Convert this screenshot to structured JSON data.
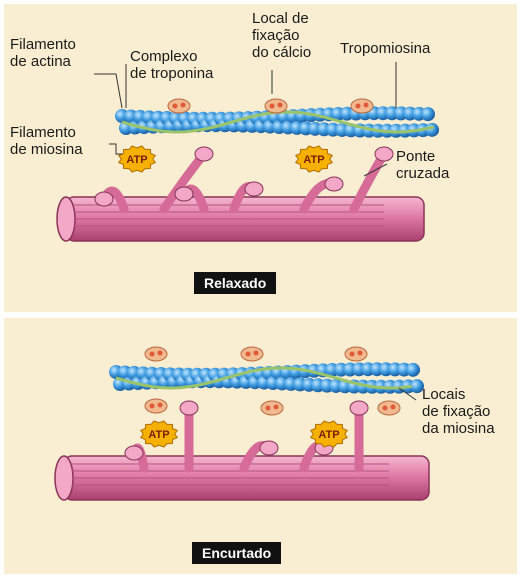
{
  "colors": {
    "panel_bg": "#faeed2",
    "actin": "#3d9be0",
    "myosin": "#e07aa5",
    "tropomyosin": "#9bc46a",
    "troponin": "#e8a878",
    "atp": "#f5b000"
  },
  "top_panel": {
    "labels": {
      "actin_filament": "Filamento\nde actina",
      "troponin_complex": "Complexo\nde troponina",
      "calcium_site": "Local de\nfixação\ndo cálcio",
      "tropomyosin": "Tropomiosina",
      "myosin_filament": "Filamento\nde miosina",
      "cross_bridge": "Ponte\ncruzada"
    },
    "atp": "ATP",
    "caption": "Relaxado"
  },
  "bottom_panel": {
    "labels": {
      "myosin_binding_sites": "Locais\nde fixação\nda miosina"
    },
    "atp": "ATP",
    "caption": "Encurtado"
  }
}
